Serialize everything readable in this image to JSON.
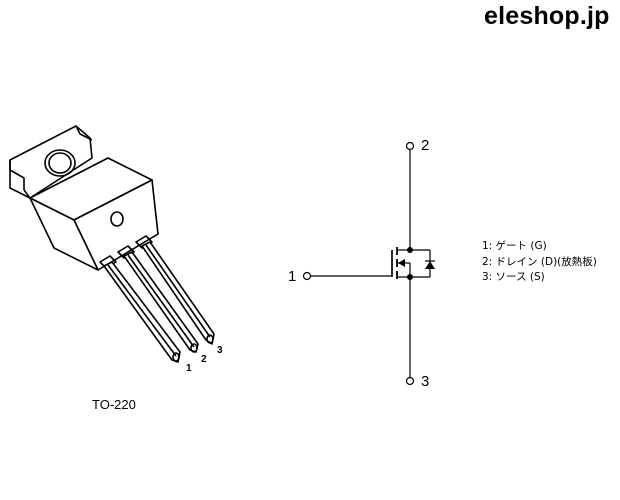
{
  "brand": "eleshop.jp",
  "package": {
    "label": "TO-220",
    "lead_numbers": [
      "1",
      "2",
      "3"
    ]
  },
  "schematic": {
    "pins": {
      "gate": "1",
      "drain": "2",
      "source": "3"
    }
  },
  "legend": [
    "1: ゲート (G)",
    "2: ドレイン (D)(放熱板)",
    "3: ソース (S)"
  ]
}
